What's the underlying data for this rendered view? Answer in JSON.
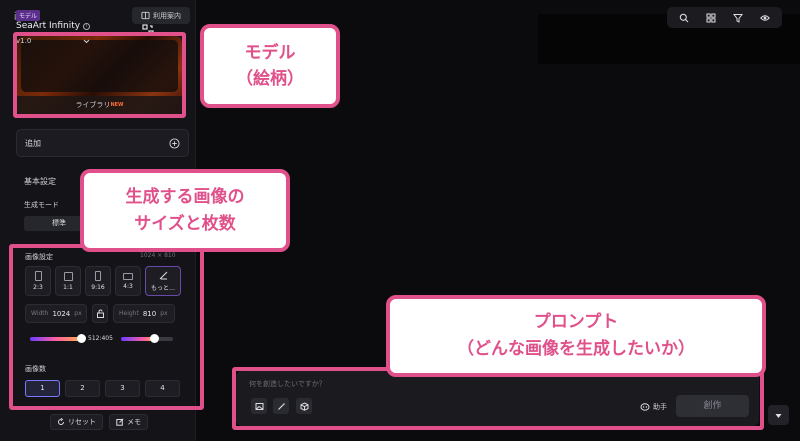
{
  "sidebar": {
    "title": "画像",
    "guide_label": "利用案内",
    "model": {
      "badge": "モデル",
      "name": "SeaArt Infinity",
      "version": "v1.0",
      "library_label": "ライブラリ",
      "new_tag": "NEW"
    },
    "add_label": "追加",
    "basic_settings_label": "基本設定",
    "generation_mode_label": "生成モード",
    "mode_value": "標準",
    "image_settings": {
      "label": "画像設定",
      "dims_readout": "1024 × 810",
      "ratios": [
        "2:3",
        "1:1",
        "9:16",
        "4:3",
        "もっと…"
      ],
      "width_label": "Width",
      "width_value": "1024",
      "height_label": "Height",
      "height_value": "810",
      "unit": "px",
      "ratio_slider_value": "512:405"
    },
    "count_label": "画像数",
    "counts": [
      "1",
      "2",
      "3",
      "4"
    ],
    "selected_count": "1",
    "reset_label": "リセット",
    "memo_label": "メモ"
  },
  "prompt": {
    "placeholder": "何を創造したいですか？",
    "assistant_label": "助手",
    "create_label": "創作"
  },
  "annotations": {
    "model_callout": [
      "モデル",
      "（絵柄）"
    ],
    "size_callout": [
      "生成する画像の",
      "サイズと枚数"
    ],
    "prompt_callout": [
      "プロンプト",
      "（どんな画像を生成したいか）"
    ]
  },
  "colors": {
    "annotation": "#e0508a",
    "background": "#0e0e10",
    "panel": "#141418"
  }
}
